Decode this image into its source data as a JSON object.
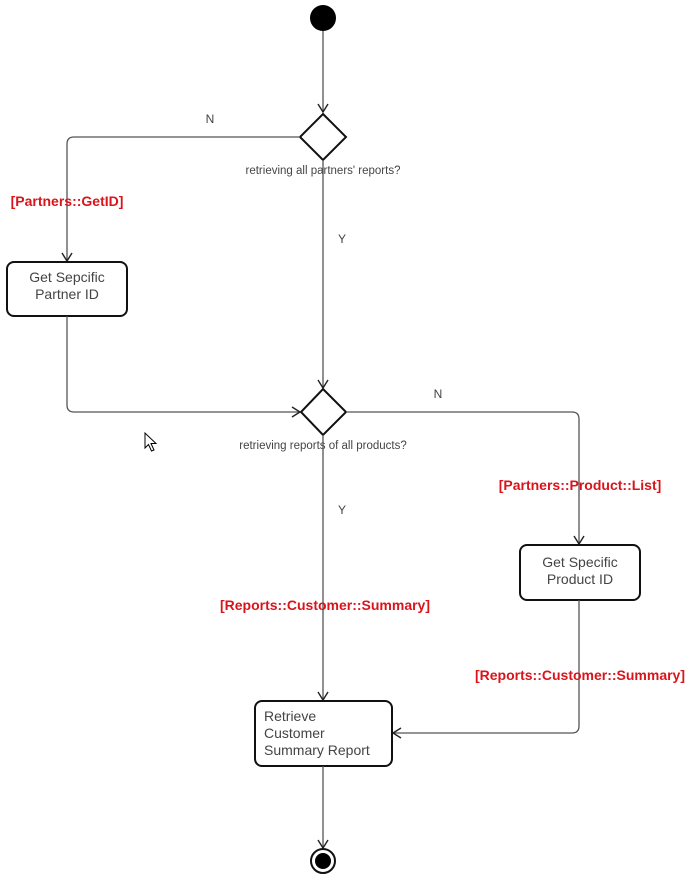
{
  "diagram": {
    "type": "uml-activity",
    "colors": {
      "guard": "#d9141b",
      "line": "#555555",
      "text": "#444444"
    },
    "start_node": {
      "label": "initial-node"
    },
    "decisions": [
      {
        "id": "d1",
        "question": "retrieving all partners' reports?",
        "yes_label": "Y",
        "no_label": "N"
      },
      {
        "id": "d2",
        "question": "retrieving reports of all products?",
        "yes_label": "Y",
        "no_label": "N"
      }
    ],
    "actions": [
      {
        "id": "a1",
        "lines": [
          "Get Sepcific",
          "Partner ID"
        ]
      },
      {
        "id": "a2",
        "lines": [
          "Get Specific",
          "Product ID"
        ]
      },
      {
        "id": "a3",
        "lines": [
          "Retrieve",
          "Customer",
          "Summary Report"
        ]
      }
    ],
    "guards": {
      "partners_getid": "[Partners::GetID]",
      "partners_product_list": "[Partners::Product::List]",
      "reports_summary_main": "[Reports::Customer::Summary]",
      "reports_summary_side": "[Reports::Customer::Summary]"
    },
    "edges": [
      {
        "from": "start",
        "to": "d1"
      },
      {
        "from": "d1",
        "to": "a1",
        "label": "N",
        "guard": "[Partners::GetID]"
      },
      {
        "from": "d1",
        "to": "d2",
        "label": "Y"
      },
      {
        "from": "a1",
        "to": "d2"
      },
      {
        "from": "d2",
        "to": "a2",
        "label": "N",
        "guard": "[Partners::Product::List]"
      },
      {
        "from": "d2",
        "to": "a3",
        "label": "Y",
        "guard": "[Reports::Customer::Summary]"
      },
      {
        "from": "a2",
        "to": "a3",
        "guard": "[Reports::Customer::Summary]"
      },
      {
        "from": "a3",
        "to": "end"
      }
    ],
    "end_node": {
      "label": "final-node"
    }
  }
}
